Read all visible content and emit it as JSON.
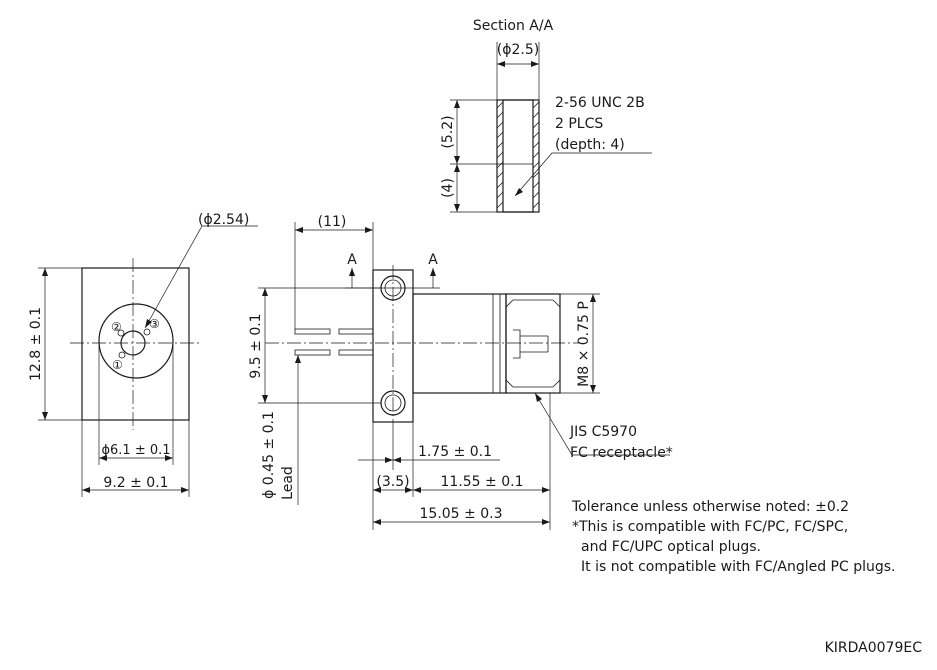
{
  "section_title": "Section A/A",
  "dims": {
    "hole_dia": "(ϕ2.5)",
    "depth_52": "(5.2)",
    "depth_4": "(4)",
    "pin_circle": "(ϕ2.54)",
    "height_128": "12.8 ± 0.1",
    "dia_61": "ϕ6.1 ± 0.1",
    "width_92": "9.2 ± 0.1",
    "len_11": "(11)",
    "hole_pitch": "9.5 ± 0.1",
    "lead_dia": "ϕ 0.45 ± 0.1",
    "lead_label": "Lead",
    "flange_175": "1.75 ± 0.1",
    "len_35": "(3.5)",
    "len_1155": "11.55 ± 0.1",
    "len_1505": "15.05 ± 0.3",
    "thread_m8": "M8 × 0.75 P"
  },
  "callouts": {
    "thread_line1": "2-56 UNC 2B",
    "thread_line2": "2 PLCS",
    "thread_line3": "(depth: 4)",
    "section_mark": "A",
    "pin1": "①",
    "pin2": "②",
    "pin3": "③",
    "jis_line1": "JIS C5970",
    "jis_line2": "FC receptacle*"
  },
  "notes": {
    "line1": "Tolerance unless otherwise noted: ±0.2",
    "line2": "*This is compatible with FC/PC, FC/SPC,",
    "line3": "and FC/UPC optical plugs.",
    "line4": "It is not compatible with FC/Angled PC plugs."
  },
  "drawing_code": "KIRDA0079EC"
}
